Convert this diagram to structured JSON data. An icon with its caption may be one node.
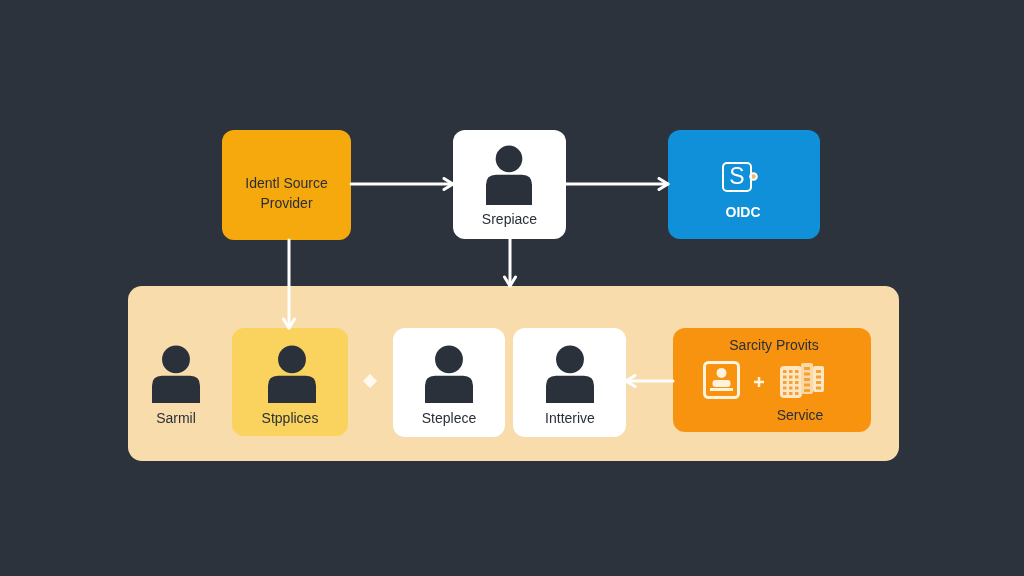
{
  "diagram": {
    "nodes": [
      {
        "text": [
          "Identl Source Provider"
        ]
      },
      {
        "text": [
          "Srepiace"
        ]
      },
      {
        "text": [
          "S",
          "OIDC"
        ]
      },
      {
        "text": [],
        "shape": "box"
      },
      {
        "text": [
          "Sarmil"
        ],
        "in": 3
      },
      {
        "text": [
          "Stpplices"
        ],
        "in": 3
      },
      {
        "text": [
          "Steplece"
        ],
        "in": 3
      },
      {
        "text": [
          "Intterive"
        ],
        "in": 3
      },
      {
        "text": [
          "Sarcity Provits",
          "Service"
        ],
        "in": 3
      }
    ],
    "edges": [
      {
        "from": 0,
        "to": 1,
        "arrow": "to"
      },
      {
        "from": 1,
        "to": 2,
        "arrow": "to"
      },
      {
        "from": 0,
        "to": 5,
        "arrow": "to"
      },
      {
        "from": 1,
        "to": 3,
        "arrow": "to"
      },
      {
        "from": 8,
        "to": 7,
        "arrow": "to"
      }
    ]
  }
}
